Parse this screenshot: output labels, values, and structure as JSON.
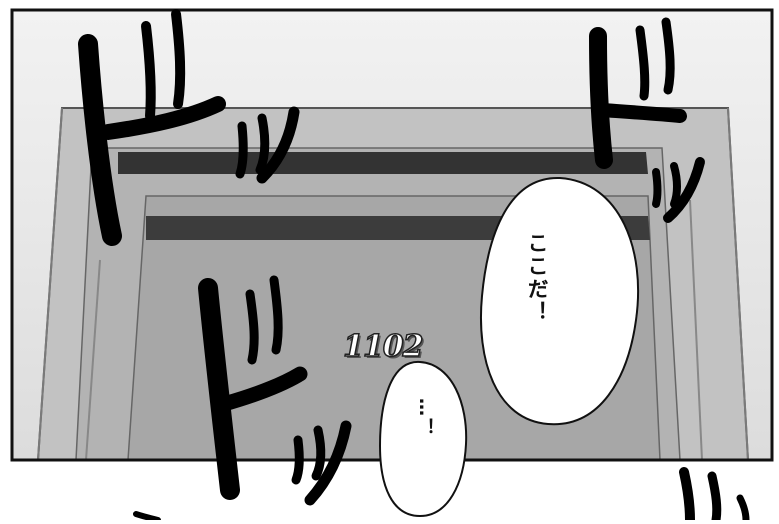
{
  "panel": {
    "room_number": "1102",
    "speech": [
      {
        "text": "ここだ！"
      },
      {
        "text": "…！"
      }
    ],
    "sfx_text": "ドッ"
  },
  "colors": {
    "ink": "#000000",
    "wall": "#e3e3e3",
    "door_frame": "#bdbdbd",
    "door": "#a9a9a9",
    "bar": "#3a3a3a"
  }
}
